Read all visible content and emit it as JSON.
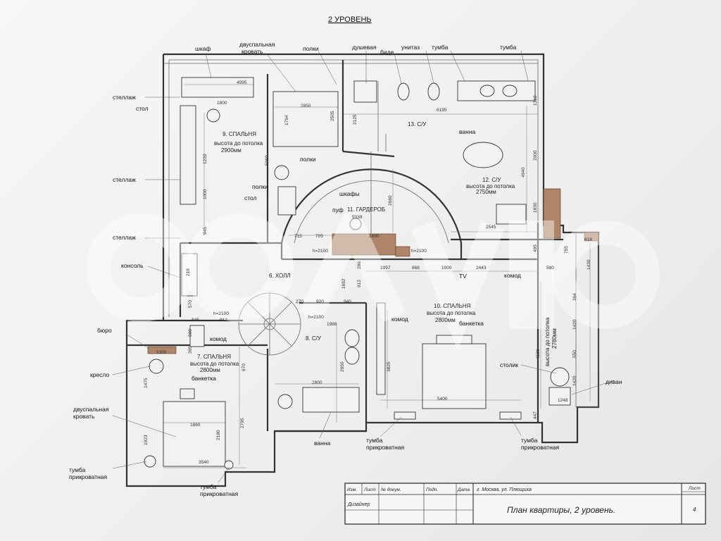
{
  "title": "2 УРОВЕНЬ",
  "rooms": {
    "r9_name": "9. СПАЛЬНЯ",
    "r9_h1": "высота до потолка",
    "r9_h2": "2900мм",
    "r11_name": "11. ГАРДЕРОБ",
    "r13_name": "13. С/У",
    "r12_name": "12. С/У",
    "r12_h1": "высота до потолка",
    "r12_h2": "2750мм",
    "r6_name": "6. ХОЛЛ",
    "r10_name": "10. СПАЛЬНЯ",
    "r10_h1": "высота до потолка",
    "r10_h2": "2800мм",
    "r8_name": "8. С/У",
    "r7_name": "7. СПАЛЬНЯ",
    "r7_h1": "высота до потолка",
    "r7_h2": "2800мм",
    "r14_side1": "высота до потолка",
    "r14_side2": "2780мм"
  },
  "labels": {
    "shkaf": "шкаф",
    "bed_dbl_1": "двуспальная",
    "bed_dbl_2": "кровать",
    "polki_top": "полки",
    "dushevaya": "душевая",
    "bide": "биде",
    "unitaz": "унитаз",
    "tumba_a": "тумба",
    "tumba_b": "тумба",
    "stellazh_1": "стеллаж",
    "stol_1": "стол",
    "stellazh_2": "стеллаж",
    "stellazh_3": "стеллаж",
    "polki_mid": "полки",
    "polki_low": "полки",
    "stol_2": "стол",
    "shkafy": "шкафы",
    "puf": "пуф",
    "vanna_top": "ванна",
    "konsol": "консоль",
    "komod_right": "комод",
    "tv": "TV",
    "komod_mid": "комод",
    "banketka_10": "банкетка",
    "byuro": "бюро",
    "komod_left": "комод",
    "kreslo": "кресло",
    "banketka_7": "банкетка",
    "bed2_1": "двуспальная",
    "bed2_2": "кровать",
    "tumba_prik_1": "тумба",
    "tumba_prik_1b": "прикроватная",
    "tumba_prik_2": "тумба",
    "tumba_prik_2b": "прикроватная",
    "vanna_bottom": "ванна",
    "tumba_prik_3": "тумба",
    "tumba_prik_3b": "прикроватная",
    "tumba_prik_4": "тумба",
    "tumba_prik_4b": "прикроватная",
    "stolik": "столик",
    "divan": "диван"
  },
  "dims": {
    "d4995": "4995",
    "d1800": "1800",
    "d2850": "2850",
    "d1764": "1764",
    "d2505": "2505",
    "d6195": "6195",
    "d2125": "2125",
    "d1310": "1310",
    "d2000": "2000",
    "d4940": "4940",
    "d1630": "1630",
    "d5338": "5338",
    "d1690": "1690",
    "d715": "715",
    "d705": "705",
    "d2545": "2545",
    "d2660": "2660",
    "d5060": "5060",
    "d1220": "1220",
    "d1000a": "1000",
    "d945": "945",
    "h2100a": "h=2100",
    "h2100b": "h=2100",
    "h2100c": "h=2100",
    "h2100d": "h=2100",
    "d1097": "1097",
    "d868": "868",
    "d1000b": "1000",
    "d2443": "2443",
    "d495": "495",
    "d580": "580",
    "d1430": "1430",
    "d618": "618",
    "d755": "755",
    "d270": "270",
    "d920": "920",
    "d940": "940",
    "d1988": "1988",
    "d1692": "1692",
    "d912a": "912",
    "d912b": "912",
    "d845": "845",
    "d900": "900",
    "d395": "395",
    "d1300": "1300",
    "d1475": "1475",
    "d670": "670",
    "d1860": "1860",
    "d2180": "2180",
    "d1923": "1923",
    "d2795": "2795",
    "d3540": "3540",
    "d2950": "2950",
    "d3825": "3825",
    "d2800": "2800",
    "d5400": "5400",
    "d4580": "4580",
    "d1248": "1248",
    "d1420a": "1420",
    "d1420b": "1420",
    "d550": "550",
    "d364": "364",
    "d219": "219",
    "d570": "570",
    "d447": "447",
    "d286": "286"
  },
  "title_block": {
    "izm": "Изм.",
    "list_col": "Лист",
    "ndoc": "№ докум.",
    "podp": "Подп.",
    "data": "Дата",
    "city": "г. Москва, ул. Плющиха",
    "designer": "Дизайнер",
    "name": "План квартиры, 2 уровень.",
    "list_hdr": "Лист",
    "list_no": "4"
  },
  "colors": {
    "wall_hatch": "#b08468",
    "line": "#333333"
  }
}
